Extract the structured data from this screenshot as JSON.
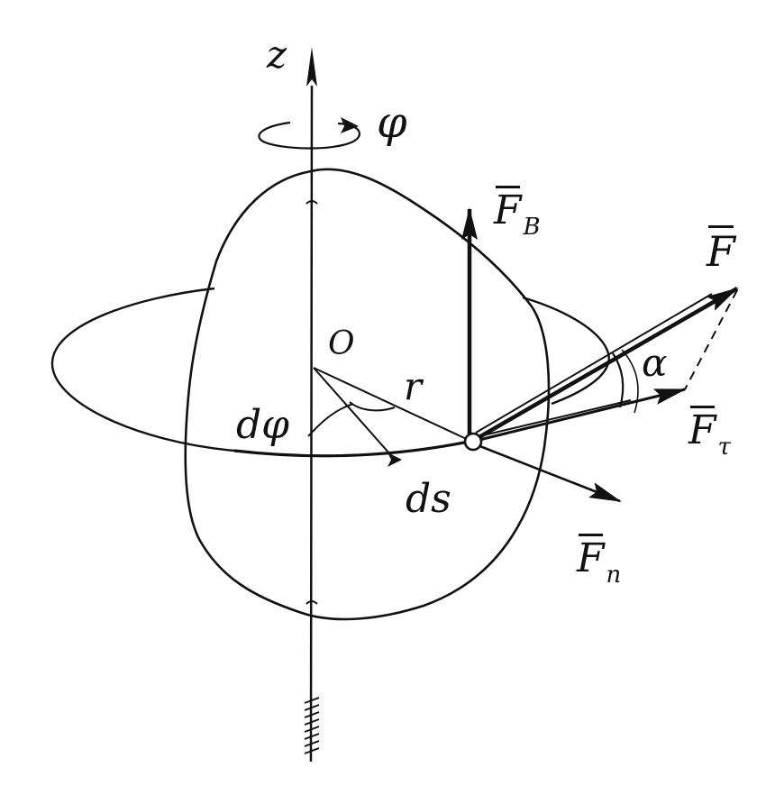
{
  "diagram": {
    "labels": {
      "axis_z": "z",
      "rotation_angle": "φ",
      "force_b": {
        "symbol": "F",
        "sub": "B"
      },
      "force": {
        "symbol": "F"
      },
      "force_tau": {
        "symbol": "F",
        "sub": "τ"
      },
      "force_n": {
        "symbol": "F",
        "sub": "n"
      },
      "center": "O",
      "radius": "r",
      "alpha": "α",
      "d_phi": "dφ",
      "ds": "ds"
    },
    "colors": {
      "ink": "#111111",
      "background": "#ffffff"
    }
  }
}
